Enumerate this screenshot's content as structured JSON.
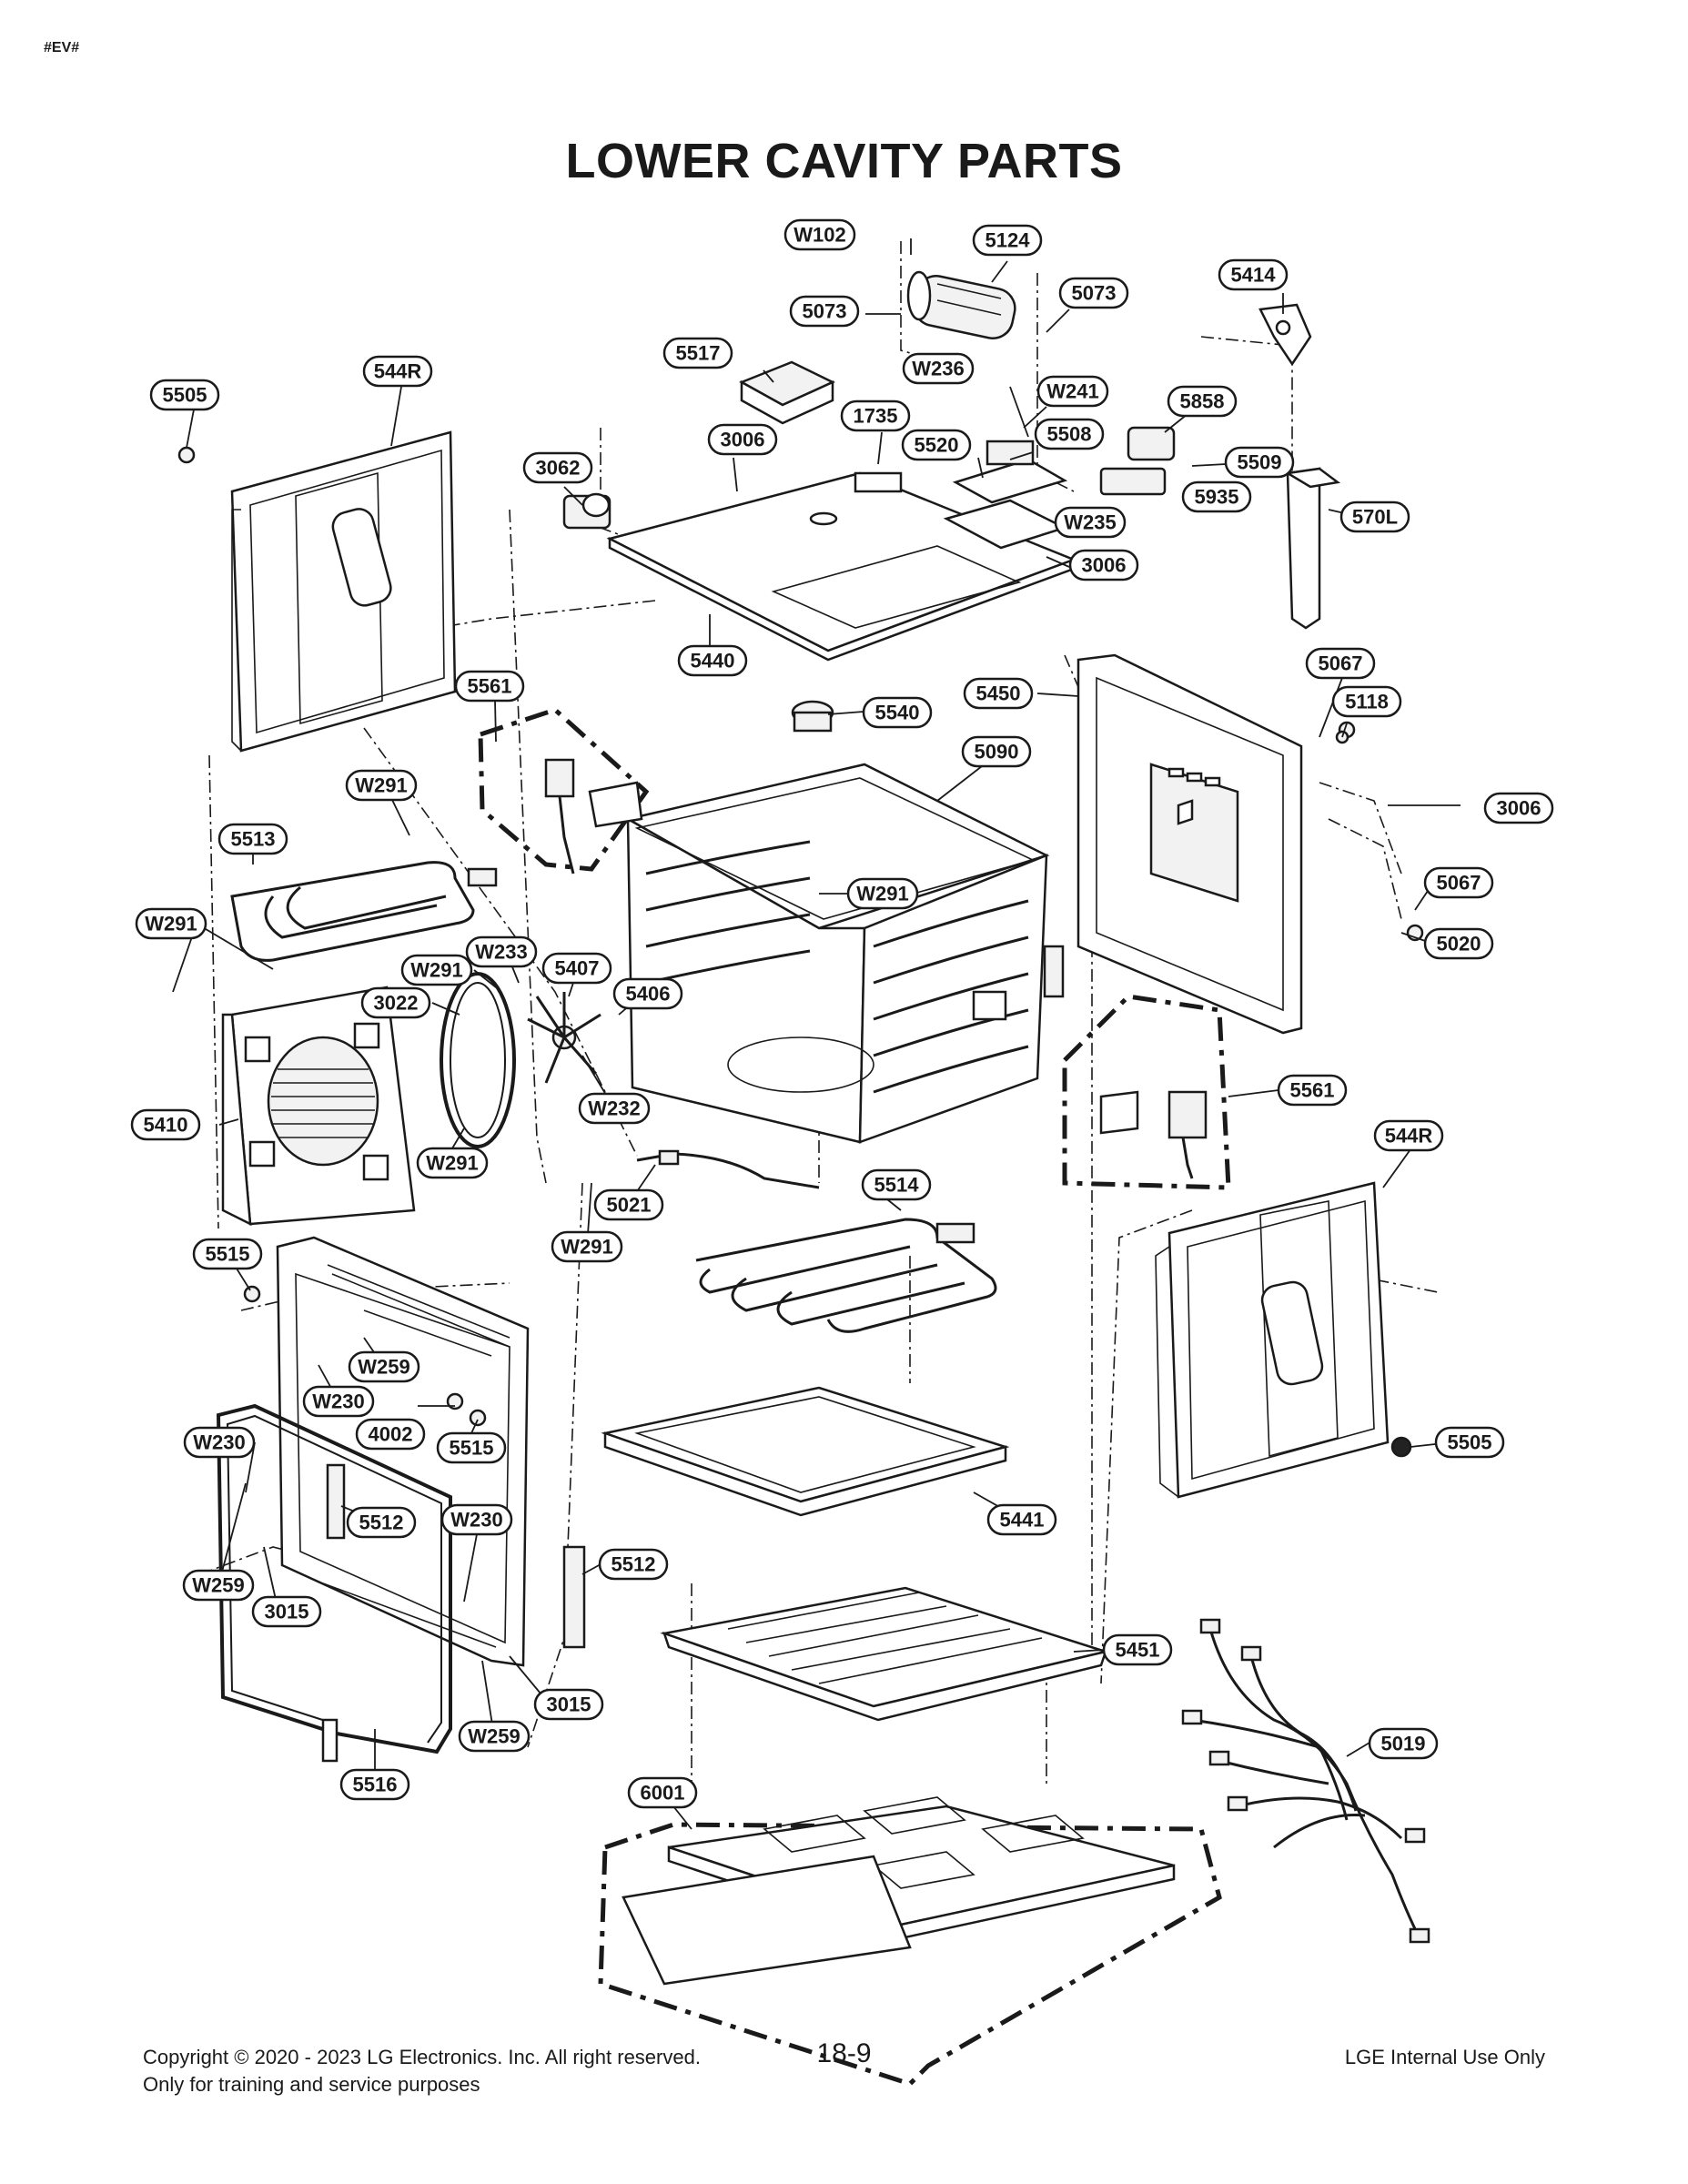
{
  "header": {
    "tag": "#EV#",
    "title": "LOWER CAVITY PARTS"
  },
  "parts": [
    {
      "label": "W102"
    },
    {
      "label": "5124"
    },
    {
      "label": "5414"
    },
    {
      "label": "5073"
    },
    {
      "label": "5073"
    },
    {
      "label": "5517"
    },
    {
      "label": "W236"
    },
    {
      "label": "W241"
    },
    {
      "label": "5858"
    },
    {
      "label": "544R"
    },
    {
      "label": "5505"
    },
    {
      "label": "1735"
    },
    {
      "label": "5508"
    },
    {
      "label": "3006"
    },
    {
      "label": "5520"
    },
    {
      "label": "5509"
    },
    {
      "label": "3062"
    },
    {
      "label": "5935"
    },
    {
      "label": "570L"
    },
    {
      "label": "W235"
    },
    {
      "label": "3006"
    },
    {
      "label": "5440"
    },
    {
      "label": "5067"
    },
    {
      "label": "5561"
    },
    {
      "label": "5450"
    },
    {
      "label": "5118"
    },
    {
      "label": "5540"
    },
    {
      "label": "5090"
    },
    {
      "label": "W291"
    },
    {
      "label": "3006"
    },
    {
      "label": "5513"
    },
    {
      "label": "5067"
    },
    {
      "label": "W291"
    },
    {
      "label": "W291"
    },
    {
      "label": "5020"
    },
    {
      "label": "W233"
    },
    {
      "label": "W291"
    },
    {
      "label": "5407"
    },
    {
      "label": "3022"
    },
    {
      "label": "5406"
    },
    {
      "label": "5561"
    },
    {
      "label": "5410"
    },
    {
      "label": "W232"
    },
    {
      "label": "544R"
    },
    {
      "label": "W291"
    },
    {
      "label": "5514"
    },
    {
      "label": "5021"
    },
    {
      "label": "5515"
    },
    {
      "label": "W291"
    },
    {
      "label": "W259"
    },
    {
      "label": "5505"
    },
    {
      "label": "W230"
    },
    {
      "label": "4002"
    },
    {
      "label": "5515"
    },
    {
      "label": "W230"
    },
    {
      "label": "5441"
    },
    {
      "label": "5512"
    },
    {
      "label": "W230"
    },
    {
      "label": "5512"
    },
    {
      "label": "W259"
    },
    {
      "label": "3015"
    },
    {
      "label": "5451"
    },
    {
      "label": "3015"
    },
    {
      "label": "5019"
    },
    {
      "label": "W259"
    },
    {
      "label": "5516"
    },
    {
      "label": "6001"
    }
  ],
  "footer": {
    "copyright": "Copyright © 2020 - 2023 LG Electronics. Inc. All right reserved.",
    "training": "Only for training and service purposes",
    "page": "18-9",
    "internal": "LGE Internal Use Only"
  }
}
